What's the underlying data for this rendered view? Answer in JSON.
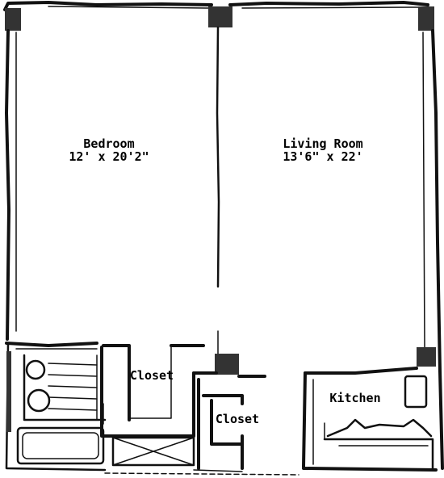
{
  "rooms": {
    "bedroom": {
      "name": "Bedroom",
      "dimensions": "12' x 20'2\""
    },
    "living_room": {
      "name": "Living Room",
      "dimensions": "13'6\" x 22'"
    },
    "closet_1": {
      "name": "Closet"
    },
    "closet_2": {
      "name": "Closet"
    },
    "kitchen": {
      "name": "Kitchen"
    }
  }
}
